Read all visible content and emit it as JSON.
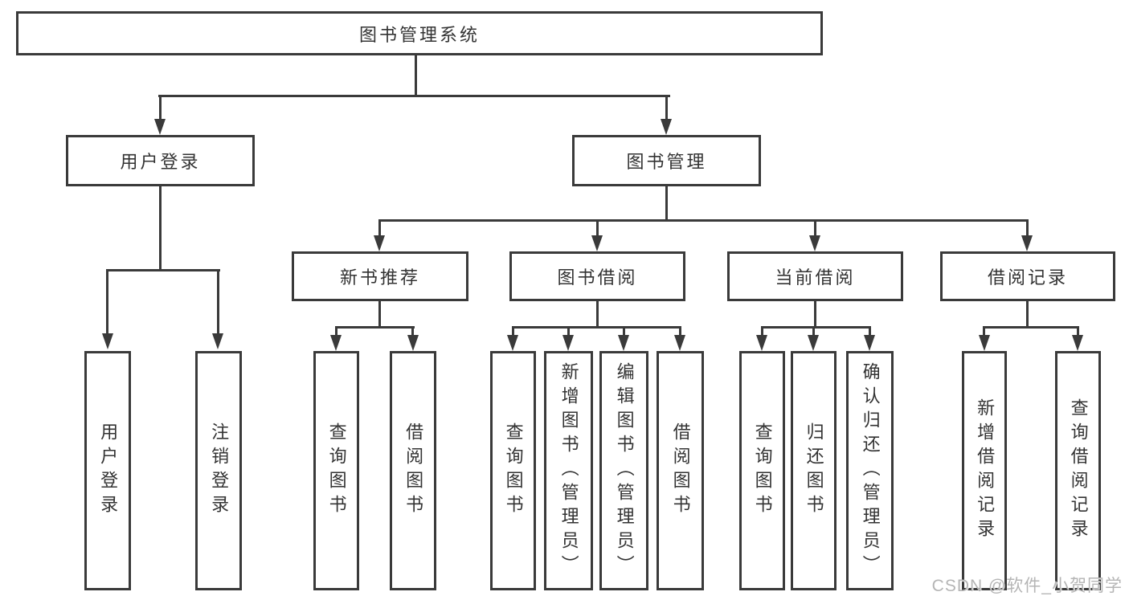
{
  "root": {
    "label": "图书管理系统"
  },
  "branches": [
    {
      "label": "用户登录",
      "children": [
        {
          "label": "用户登录"
        },
        {
          "label": "注销登录"
        }
      ]
    },
    {
      "label": "图书管理",
      "children": [
        {
          "label": "新书推荐",
          "children": [
            {
              "label": "查询图书"
            },
            {
              "label": "借阅图书"
            }
          ]
        },
        {
          "label": "图书借阅",
          "children": [
            {
              "label": "查询图书"
            },
            {
              "label": "新增图书（管理员）"
            },
            {
              "label": "编辑图书（管理员）"
            },
            {
              "label": "借阅图书"
            }
          ]
        },
        {
          "label": "当前借阅",
          "children": [
            {
              "label": "查询图书"
            },
            {
              "label": "归还图书"
            },
            {
              "label": "确认归还（管理员）"
            }
          ]
        },
        {
          "label": "借阅记录",
          "children": [
            {
              "label": "新增借阅记录"
            },
            {
              "label": "查询借阅记录"
            }
          ]
        }
      ]
    }
  ],
  "watermark": "CSDN @软件_小贺同学",
  "colors": {
    "line": "#3a3a3a",
    "text": "#333333",
    "watermark": "#b5b5b5",
    "background": "#ffffff"
  }
}
